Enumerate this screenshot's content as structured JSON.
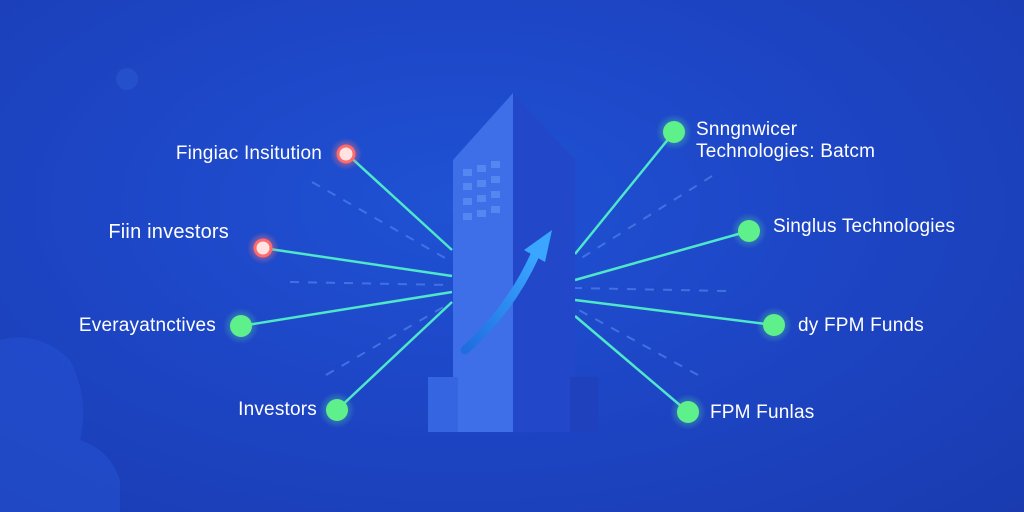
{
  "colors": {
    "background": "#1d46c6",
    "line": "#4fe6c9",
    "node_green": "#5ef08a",
    "node_red": "#ff6b6b",
    "building_light": "#3e6fe8",
    "building_dark": "#2247c9",
    "arrow": "#2a8cf5"
  },
  "diagram": {
    "center_icon": "office-building-icon",
    "growth_icon": "upward-arrow-icon",
    "left_nodes": [
      {
        "label": "Fingiac Insitution",
        "status": "red"
      },
      {
        "label": "Fiin investors",
        "status": "red"
      },
      {
        "label": "Everayatnctives",
        "status": "green"
      },
      {
        "label": "Investors",
        "status": "green"
      }
    ],
    "right_nodes": [
      {
        "label_line1": "Snngnwicer",
        "label_line2": "Technologies: Batcm",
        "status": "green"
      },
      {
        "label": "Singlus Technologies",
        "status": "green"
      },
      {
        "label": "dy FPM Funds",
        "status": "green"
      },
      {
        "label": "FPM Funlas",
        "status": "green"
      }
    ]
  }
}
